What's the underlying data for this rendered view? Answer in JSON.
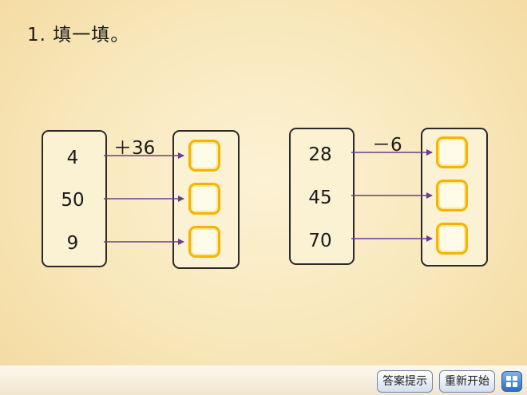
{
  "title": "1. 填一填。",
  "left_group": {
    "operation": "＋36",
    "inputs": [
      "4",
      "50",
      "9"
    ]
  },
  "right_group": {
    "operation": "－6",
    "inputs": [
      "28",
      "45",
      "70"
    ]
  },
  "footer": {
    "hint_label": "答案提示",
    "restart_label": "重新开始"
  },
  "colors": {
    "arrow": "#6a3d8e",
    "answer_border": "#f4b400"
  },
  "icons": {
    "home": "grid-home-icon"
  }
}
